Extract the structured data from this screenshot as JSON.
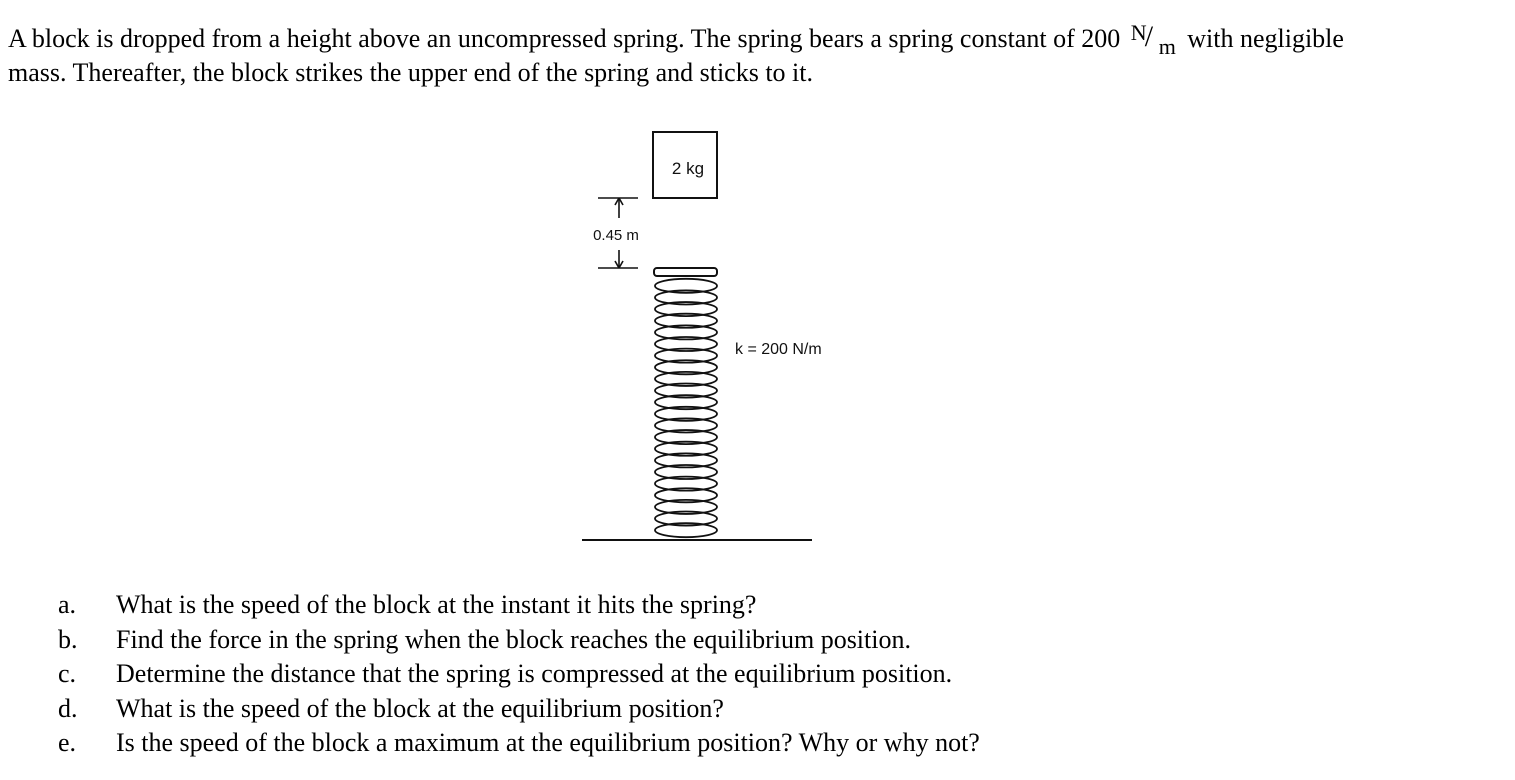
{
  "intro": {
    "part1": "A block is dropped from a height above an uncompressed spring. The spring bears a spring constant of 200 ",
    "unit_numerator": "N",
    "unit_slash": "/",
    "unit_denominator": "m",
    "part2": " with negligible",
    "line2": "mass. Thereafter, the block strikes the upper end of the spring and sticks to it."
  },
  "figure": {
    "block_label": "2 kg",
    "height_label": "0.45 m",
    "spring_label": "k = 200 N/m"
  },
  "questions": [
    {
      "letter": "a.",
      "text": "What is the speed of the block at the instant it hits the spring?"
    },
    {
      "letter": "b.",
      "text": "Find the force in the spring when the block reaches the equilibrium position."
    },
    {
      "letter": "c.",
      "text": "Determine the distance that the spring is compressed at the equilibrium position."
    },
    {
      "letter": "d.",
      "text": "What is the speed of the block at the equilibrium position?"
    },
    {
      "letter": "e.",
      "text": "Is the speed of the block a maximum at the equilibrium position? Why or why not?"
    }
  ]
}
